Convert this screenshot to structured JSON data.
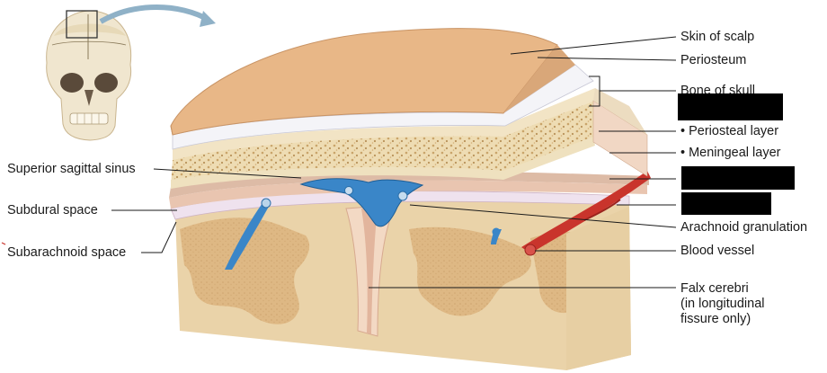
{
  "labels": {
    "skin_of_scalp": "Skin of scalp",
    "periosteum": "Periosteum",
    "bone_of_skull": "Bone of skull",
    "periosteal_layer": "• Periosteal layer",
    "meningeal_layer": "• Meningeal layer",
    "arachnoid_granulation": "Arachnoid granulation",
    "blood_vessel": "Blood vessel",
    "falx_line1": "Falx cerebri",
    "falx_line2": "(in longitudinal",
    "falx_line3": "fissure only)",
    "superior_sagittal_sinus": "Superior sagittal sinus",
    "subdural_space": "Subdural space",
    "subarachnoid_space": "Subarachnoid space"
  },
  "colors": {
    "skin": "#e8b787",
    "bone": "#f1deb6",
    "venous_sinus": "#3a86c8",
    "artery": "#c9342c",
    "brain": "#e6c99e",
    "redaction": "#000000"
  }
}
